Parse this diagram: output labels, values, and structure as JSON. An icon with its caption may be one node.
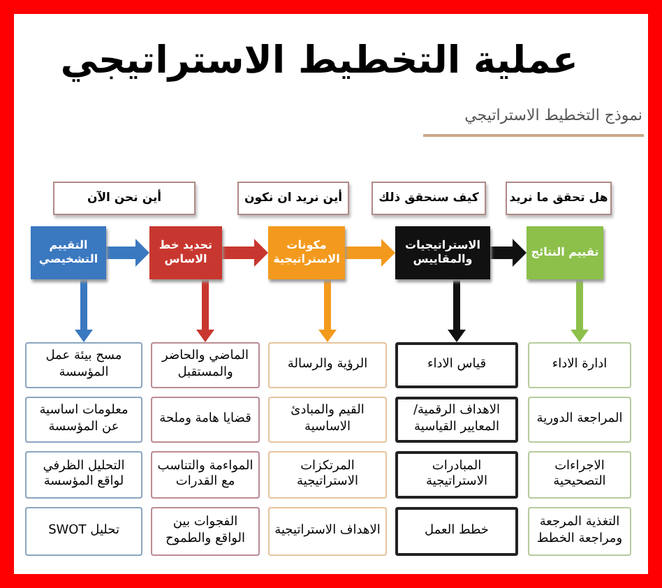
{
  "diagram": {
    "title": "عملية التخطيط الاستراتيجي",
    "nodes": [
      {
        "text": [
          "هل تحقق ما نريد"
        ]
      },
      {
        "text": [
          "كيف سنحقق ذلك"
        ]
      },
      {
        "text": [
          "أين نريد ان نكون"
        ]
      },
      {
        "text": [
          "أين نحن الآن"
        ]
      },
      {
        "text": [
          "تقييم النتائج"
        ]
      },
      {
        "text": [
          "الاستراتيجيات والمقاييس"
        ]
      },
      {
        "text": [
          "مكونات الاستراتيجية"
        ]
      },
      {
        "text": [
          "تحديد خط الاساس"
        ]
      },
      {
        "text": [
          "التقييم التشخيصي"
        ]
      },
      {
        "text": [
          "ادارة الاداء"
        ]
      },
      {
        "text": [
          "قياس الاداء"
        ]
      },
      {
        "text": [
          "الرؤية والرسالة"
        ]
      },
      {
        "text": [
          "الماضي والحاضر والمستقبل"
        ]
      },
      {
        "text": [
          "مسح بيئة عمل المؤسسة"
        ]
      },
      {
        "text": [
          "المراجعة الدورية"
        ]
      },
      {
        "text": [
          "الاهداف الرقمية/ المعايير القياسية"
        ]
      },
      {
        "text": [
          "القيم والمبادئ الاساسية"
        ]
      },
      {
        "text": [
          "قضايا هامة وملحة"
        ]
      },
      {
        "text": [
          "معلومات اساسية عن المؤسسة"
        ]
      },
      {
        "text": [
          "الاجراءات التصحيحية"
        ]
      },
      {
        "text": [
          "المبادرات الاستراتيجية"
        ]
      },
      {
        "text": [
          "المرتكزات الاستراتيجية"
        ]
      },
      {
        "text": [
          "المواءمة والتناسب مع القدرات"
        ]
      },
      {
        "text": [
          "التحليل الظرفي لواقع المؤسسة"
        ]
      },
      {
        "text": [
          "التغذية المرجعة ومراجعة الخطط"
        ]
      },
      {
        "text": [
          "خطط العمل"
        ]
      },
      {
        "text": [
          "الاهداف الاستراتيجية"
        ]
      },
      {
        "text": [
          "الفجوات بين الواقع والطموح"
        ]
      },
      {
        "text": [
          "تحليل SWOT"
        ]
      }
    ],
    "edges": [
      {
        "from": 8,
        "to": 7,
        "arrow": "to",
        "style": "thick",
        "color": "#3a78c0"
      },
      {
        "from": 7,
        "to": 6,
        "arrow": "to",
        "style": "thick",
        "color": "#c8372f"
      },
      {
        "from": 6,
        "to": 5,
        "arrow": "to",
        "style": "thick",
        "color": "#f39a1e"
      },
      {
        "from": 5,
        "to": 4,
        "arrow": "to",
        "style": "thick",
        "color": "#111111"
      },
      {
        "from": 8,
        "to": 13,
        "arrow": "to",
        "color": "#3a78c0"
      },
      {
        "from": 7,
        "to": 12,
        "arrow": "to",
        "color": "#c8372f"
      },
      {
        "from": 6,
        "to": 11,
        "arrow": "to",
        "color": "#f39a1e"
      },
      {
        "from": 5,
        "to": 10,
        "arrow": "to",
        "color": "#111111"
      },
      {
        "from": 4,
        "to": 9,
        "arrow": "to",
        "color": "#8cc04a"
      }
    ],
    "labels": [
      "نموذج التخطيط الاستراتيجي"
    ]
  }
}
